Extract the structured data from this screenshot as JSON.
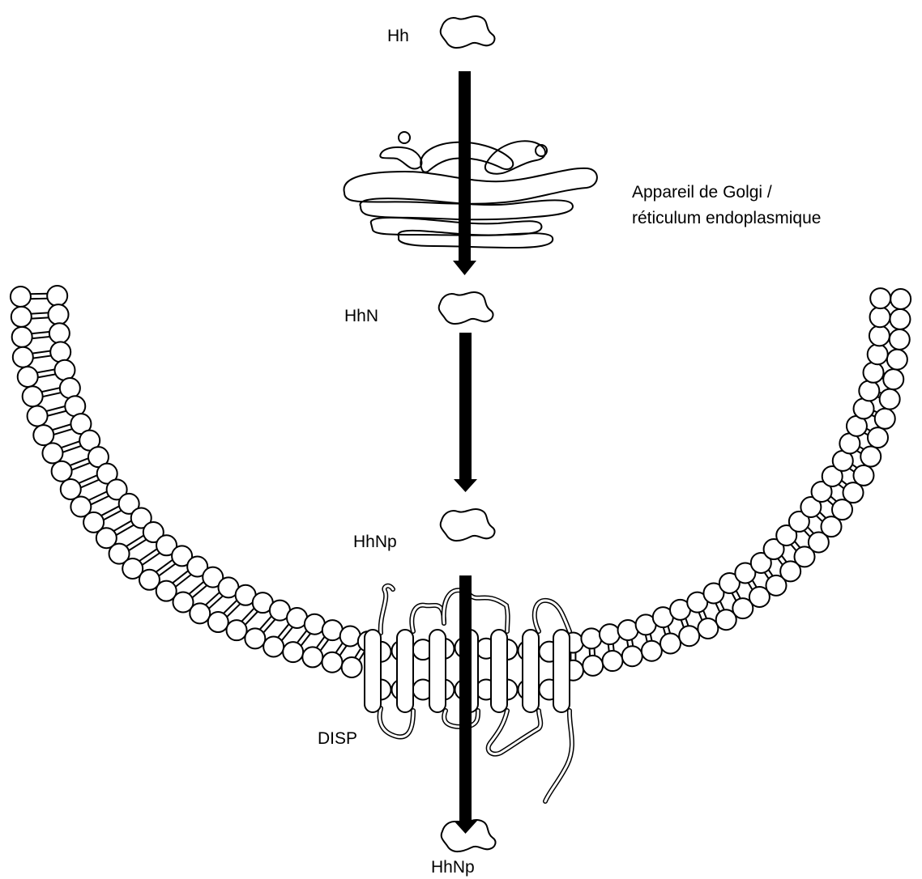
{
  "labels": {
    "hh": "Hh",
    "golgi_line1": "Appareil de Golgi /",
    "golgi_line2": "réticulum endoplasmique",
    "hhn": "HhN",
    "hhnp_inside": "HhNp",
    "disp": "DISP",
    "hhnp_outside": "HhNp"
  },
  "colors": {
    "stroke": "#000000",
    "fill": "#ffffff",
    "arrow": "#000000"
  }
}
